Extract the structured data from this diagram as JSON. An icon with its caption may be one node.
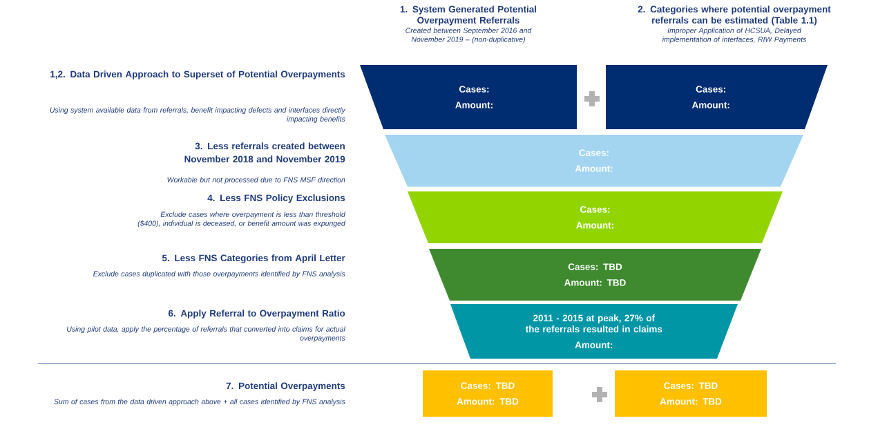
{
  "diagram": {
    "nodes": [
      {
        "text": [
          "1. System Generated Potential Overpayment Referrals",
          "Created between September 2016 and November 2019 – (non-duplicative)",
          "Cases:",
          "Amount:"
        ]
      },
      {
        "text": [
          "2. Categories where potential overpayment referrals can be estimated (Table 1.1)",
          "Improper Application of HCSUA, Delayed implementation of interfaces, RIW Payments",
          "Cases:",
          "Amount:"
        ]
      },
      {
        "text": [
          "Cases:",
          "Amount:"
        ]
      },
      {
        "text": [
          "Cases:",
          "Amount:"
        ]
      },
      {
        "text": [
          "Cases: TBD",
          "Amount: TBD"
        ]
      },
      {
        "text": [
          "2011 - 2015 at peak, 27% of the referrals resulted in claims",
          "Amount:"
        ]
      },
      {
        "text": [
          "Cases: TBD",
          "Amount: TBD"
        ]
      },
      {
        "text": [
          "Cases: TBD",
          "Amount: TBD"
        ]
      }
    ],
    "labels": [
      "1,2. Data Driven Approach to Superset of Potential Overpayments",
      "Using system available data from referrals, benefit impacting defects and interfaces directly impacting benefits",
      "3. Less referrals created between November 2018 and November 2019",
      "Workable but not processed due to FNS MSF direction",
      "4. Less FNS Policy Exclusions",
      "Exclude cases where overpayment is less than threshold ($400), individual is deceased, or benefit amount was expunged",
      "5. Less FNS Categories from April Letter",
      "Exclude cases duplicated with those overpayments identified by FNS analysis",
      "6. Apply Referral to Overpayment Ratio",
      "Using pilot data, apply the percentage of referrals that converted into claims for actual overpayments",
      "7. Potential Overpayments",
      "Sum of cases from the data driven approach above + all cases identified by FNS analysis"
    ]
  }
}
